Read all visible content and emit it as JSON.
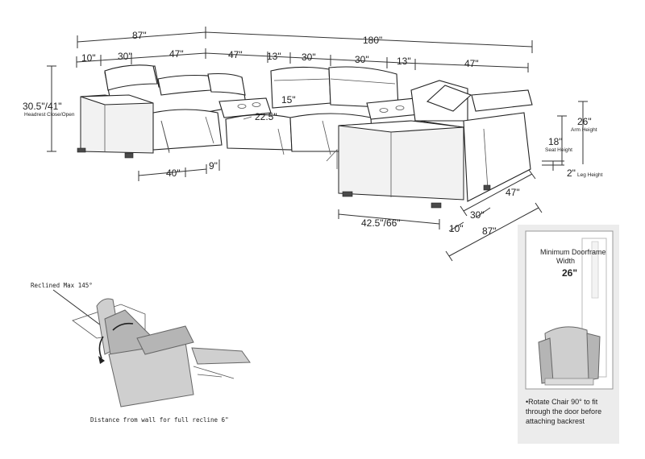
{
  "sectional": {
    "top_dims": {
      "total_width": "180\"",
      "left_section": "87\"",
      "segments": [
        "10\"",
        "30\"",
        "47\"",
        "47\"",
        "13\"",
        "30\"",
        "30\"",
        "13\"",
        "47\""
      ]
    },
    "left_height": {
      "value": "30.5\"/41\"",
      "note": "Headrest Close/Open"
    },
    "inner_labels": {
      "seat_depth_a": "15\"",
      "seat_depth_b": "22.5\""
    },
    "bottom_left": {
      "depth": "40\"",
      "gap": "9\""
    },
    "right_side": {
      "headrest_height": "26\"",
      "arm_height": "Arm Height",
      "seat_height_value": "18\"",
      "seat_height": "Seat Height",
      "leg_height_value": "2\"",
      "leg_height": "Leg Height"
    },
    "bottom_right": {
      "chaise_depth": "42.5\"/66\"",
      "side_47": "47\"",
      "side_30": "30\"",
      "side_10": "10\"",
      "side_87": "87\""
    }
  },
  "recliner": {
    "max_label": "Reclined Max 145°",
    "wall_note": "Distance from wall for full recline 6\""
  },
  "doorframe": {
    "title_line1": "Minimum Doorframe",
    "title_line2": "Width",
    "width_value": "26\"",
    "note_line1": "•Rotate Chair 90° to fit",
    "note_line2": "through the door before",
    "note_line3": "attaching backrest"
  }
}
